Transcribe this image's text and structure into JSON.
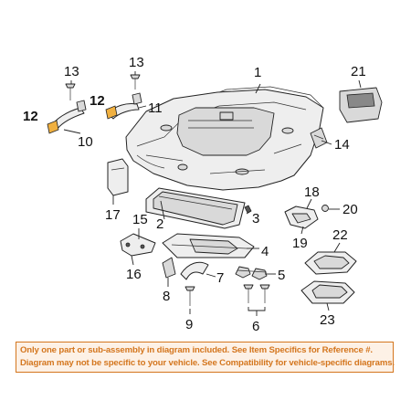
{
  "callouts": [
    {
      "id": "1",
      "text": "1"
    },
    {
      "id": "2",
      "text": "2"
    },
    {
      "id": "3",
      "text": "3"
    },
    {
      "id": "4",
      "text": "4"
    },
    {
      "id": "5",
      "text": "5"
    },
    {
      "id": "6",
      "text": "6"
    },
    {
      "id": "7",
      "text": "7"
    },
    {
      "id": "8",
      "text": "8"
    },
    {
      "id": "9",
      "text": "9"
    },
    {
      "id": "10",
      "text": "10"
    },
    {
      "id": "11",
      "text": "11"
    },
    {
      "id": "12a",
      "text": "12"
    },
    {
      "id": "12b",
      "text": "12"
    },
    {
      "id": "13a",
      "text": "13"
    },
    {
      "id": "13b",
      "text": "13"
    },
    {
      "id": "14",
      "text": "14"
    },
    {
      "id": "15",
      "text": "15"
    },
    {
      "id": "16",
      "text": "16"
    },
    {
      "id": "17",
      "text": "17"
    },
    {
      "id": "18",
      "text": "18"
    },
    {
      "id": "19",
      "text": "19"
    },
    {
      "id": "20",
      "text": "20"
    },
    {
      "id": "21",
      "text": "21"
    },
    {
      "id": "22",
      "text": "22"
    },
    {
      "id": "23",
      "text": "23"
    }
  ],
  "highlight_color": "#f0b040",
  "notice": {
    "line1": "Only one part or sub-assembly in diagram included. See Item Specifics for Reference #.",
    "line2": "Diagram may not be specific to your vehicle. See Compatibility for vehicle-specific diagrams.",
    "text_color": "#d4761e"
  }
}
